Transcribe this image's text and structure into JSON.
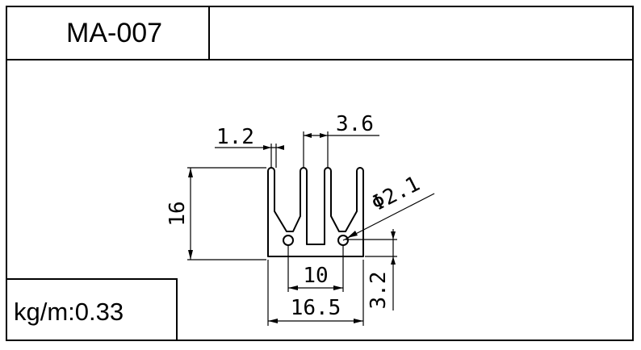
{
  "header": {
    "model": "MA-007",
    "right_cell": ""
  },
  "footer": {
    "weight": "kg/m:0.33"
  },
  "dimensions": {
    "fin_thickness": "1.2",
    "fin_pitch": "3.6",
    "height": "16",
    "hole_diameter": "Φ2.1",
    "inner_width": "10",
    "base_height": "3.2",
    "overall_width": "16.5"
  },
  "colors": {
    "line": "#000000",
    "background": "#ffffff"
  }
}
